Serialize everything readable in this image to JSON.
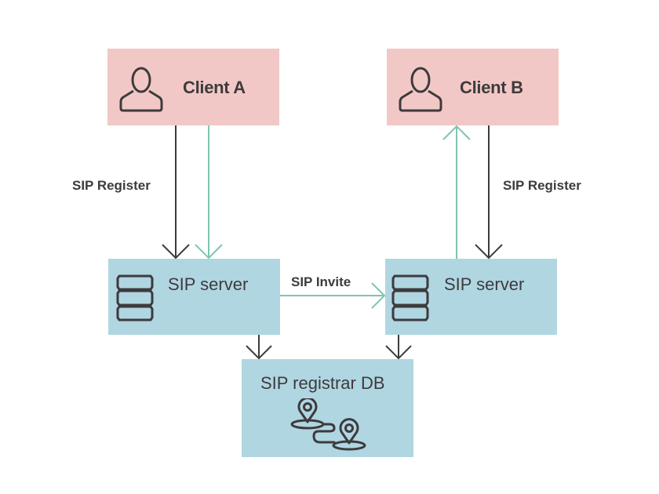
{
  "diagram": {
    "nodes": {
      "client_a": {
        "label": "Client A",
        "icon": "user-icon"
      },
      "client_b": {
        "label": "Client B",
        "icon": "user-icon"
      },
      "server_left": {
        "label": "SIP server",
        "icon": "server-stack-icon"
      },
      "server_right": {
        "label": "SIP server",
        "icon": "server-stack-icon"
      },
      "registrar": {
        "label": "SIP registrar DB",
        "icon": "map-route-pins-icon"
      }
    },
    "edges": {
      "register_a": {
        "label": "SIP Register",
        "from": "Client A",
        "to": "SIP server (left)"
      },
      "register_b": {
        "label": "SIP Register",
        "from": "Client B",
        "to": "SIP server (right)"
      },
      "invite": {
        "label": "SIP Invite",
        "from": "SIP server (left)",
        "to": "SIP server (right)"
      },
      "a_to_server_teal": {
        "label": "",
        "from": "Client A",
        "to": "SIP server (left)"
      },
      "server_to_b_teal": {
        "label": "",
        "from": "SIP server (right)",
        "to": "Client B"
      },
      "left_to_db": {
        "label": "",
        "from": "SIP server (left)",
        "to": "SIP registrar DB"
      },
      "right_to_db": {
        "label": "",
        "from": "SIP server (right)",
        "to": "SIP registrar DB"
      }
    },
    "colors": {
      "client_fill": "#f2c8c6",
      "server_fill": "#b0d6e2",
      "dark_arrow": "#3d3b3c",
      "teal_arrow": "#7fc4b2",
      "text": "#3d3b3c"
    }
  }
}
